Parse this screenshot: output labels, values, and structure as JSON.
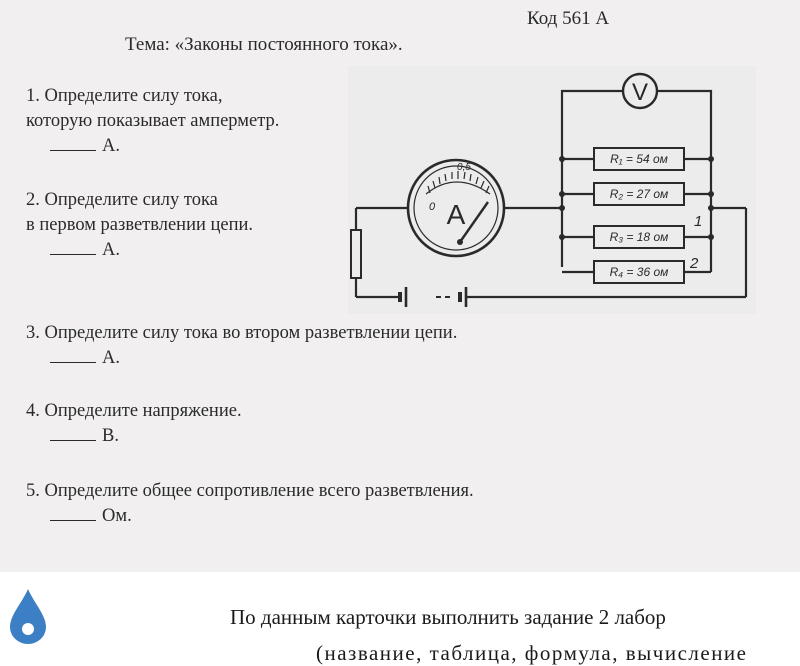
{
  "card": {
    "code": "Код 561 А",
    "topic": "Тема: «Законы постоянного тока».",
    "questions": [
      {
        "line1": "1. Определите силу тока,",
        "line2": "которую показывает амперметр.",
        "unit": "А."
      },
      {
        "line1": "2. Определите силу тока",
        "line2": "в первом разветвлении цепи.",
        "unit": "А."
      },
      {
        "line1": "3. Определите силу тока во втором  разветвлении цепи.",
        "unit": "А."
      },
      {
        "line1": "4. Определите напряжение.",
        "unit": "В."
      },
      {
        "line1": "5. Определите общее сопротивление всего разветвления.",
        "unit": "Ом."
      }
    ]
  },
  "circuit": {
    "voltmeter": "V",
    "ammeter": "A",
    "ammeter_zero": "0",
    "ammeter_mark": "0,5",
    "resistors": [
      "R₁ = 54 ом",
      "R₂ = 27 ом",
      "R₃ = 18 ом",
      "R₄ = 36 ом"
    ],
    "branch_labels": [
      "1",
      "2"
    ]
  },
  "footer": {
    "line1": "По данным карточки выполнить задание 2 лабор",
    "line2": "(название, таблица, формула, вычисление"
  },
  "colors": {
    "sheet": "#f1eff0",
    "ink": "#2a2a2a",
    "drop": "#3d7fc4"
  }
}
